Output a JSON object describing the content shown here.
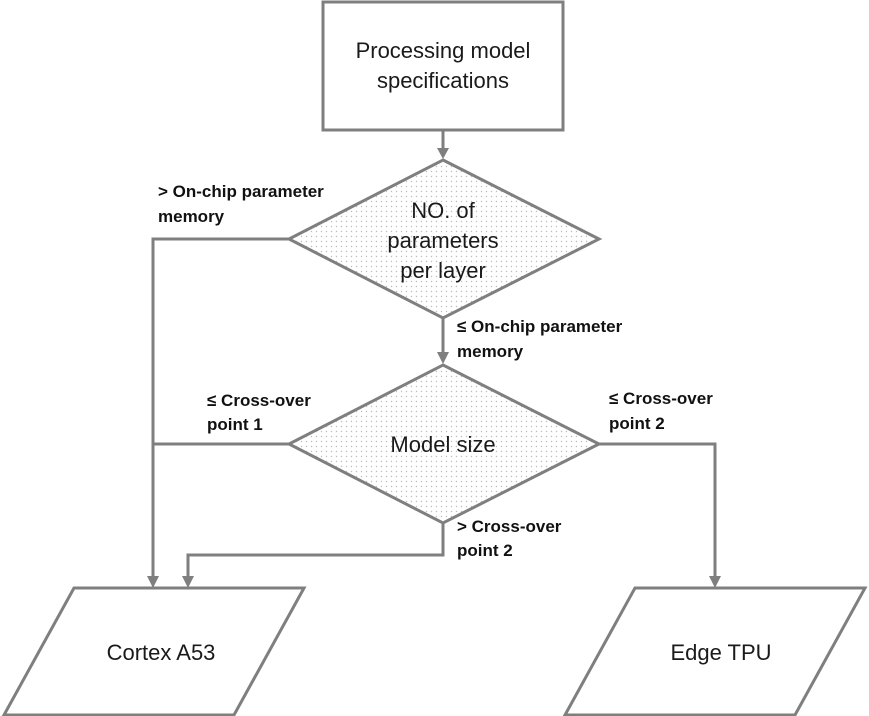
{
  "nodes": {
    "start": {
      "line1": "Processing model",
      "line2": "specifications"
    },
    "decision_params": {
      "line1": "NO. of",
      "line2": "parameters",
      "line3": "per layer"
    },
    "decision_size": {
      "label": "Model size"
    },
    "cortex": {
      "label": "Cortex A53"
    },
    "edge_tpu": {
      "label": "Edge TPU"
    }
  },
  "edges": {
    "params_gt": {
      "line1": "> On-chip parameter",
      "line2": "memory"
    },
    "params_le": {
      "line1": "≤ On-chip parameter",
      "line2": "memory"
    },
    "size_le1": {
      "line1": "≤ Cross-over",
      "line2": "point 1"
    },
    "size_le2": {
      "line1": "≤ Cross-over",
      "line2": "point 2"
    },
    "size_gt2": {
      "line1": "> Cross-over",
      "line2": "point 2"
    }
  },
  "colors": {
    "stroke": "#7f7f7f",
    "text": "#1a1a1a",
    "fill_pattern": "#c8c8c8"
  }
}
